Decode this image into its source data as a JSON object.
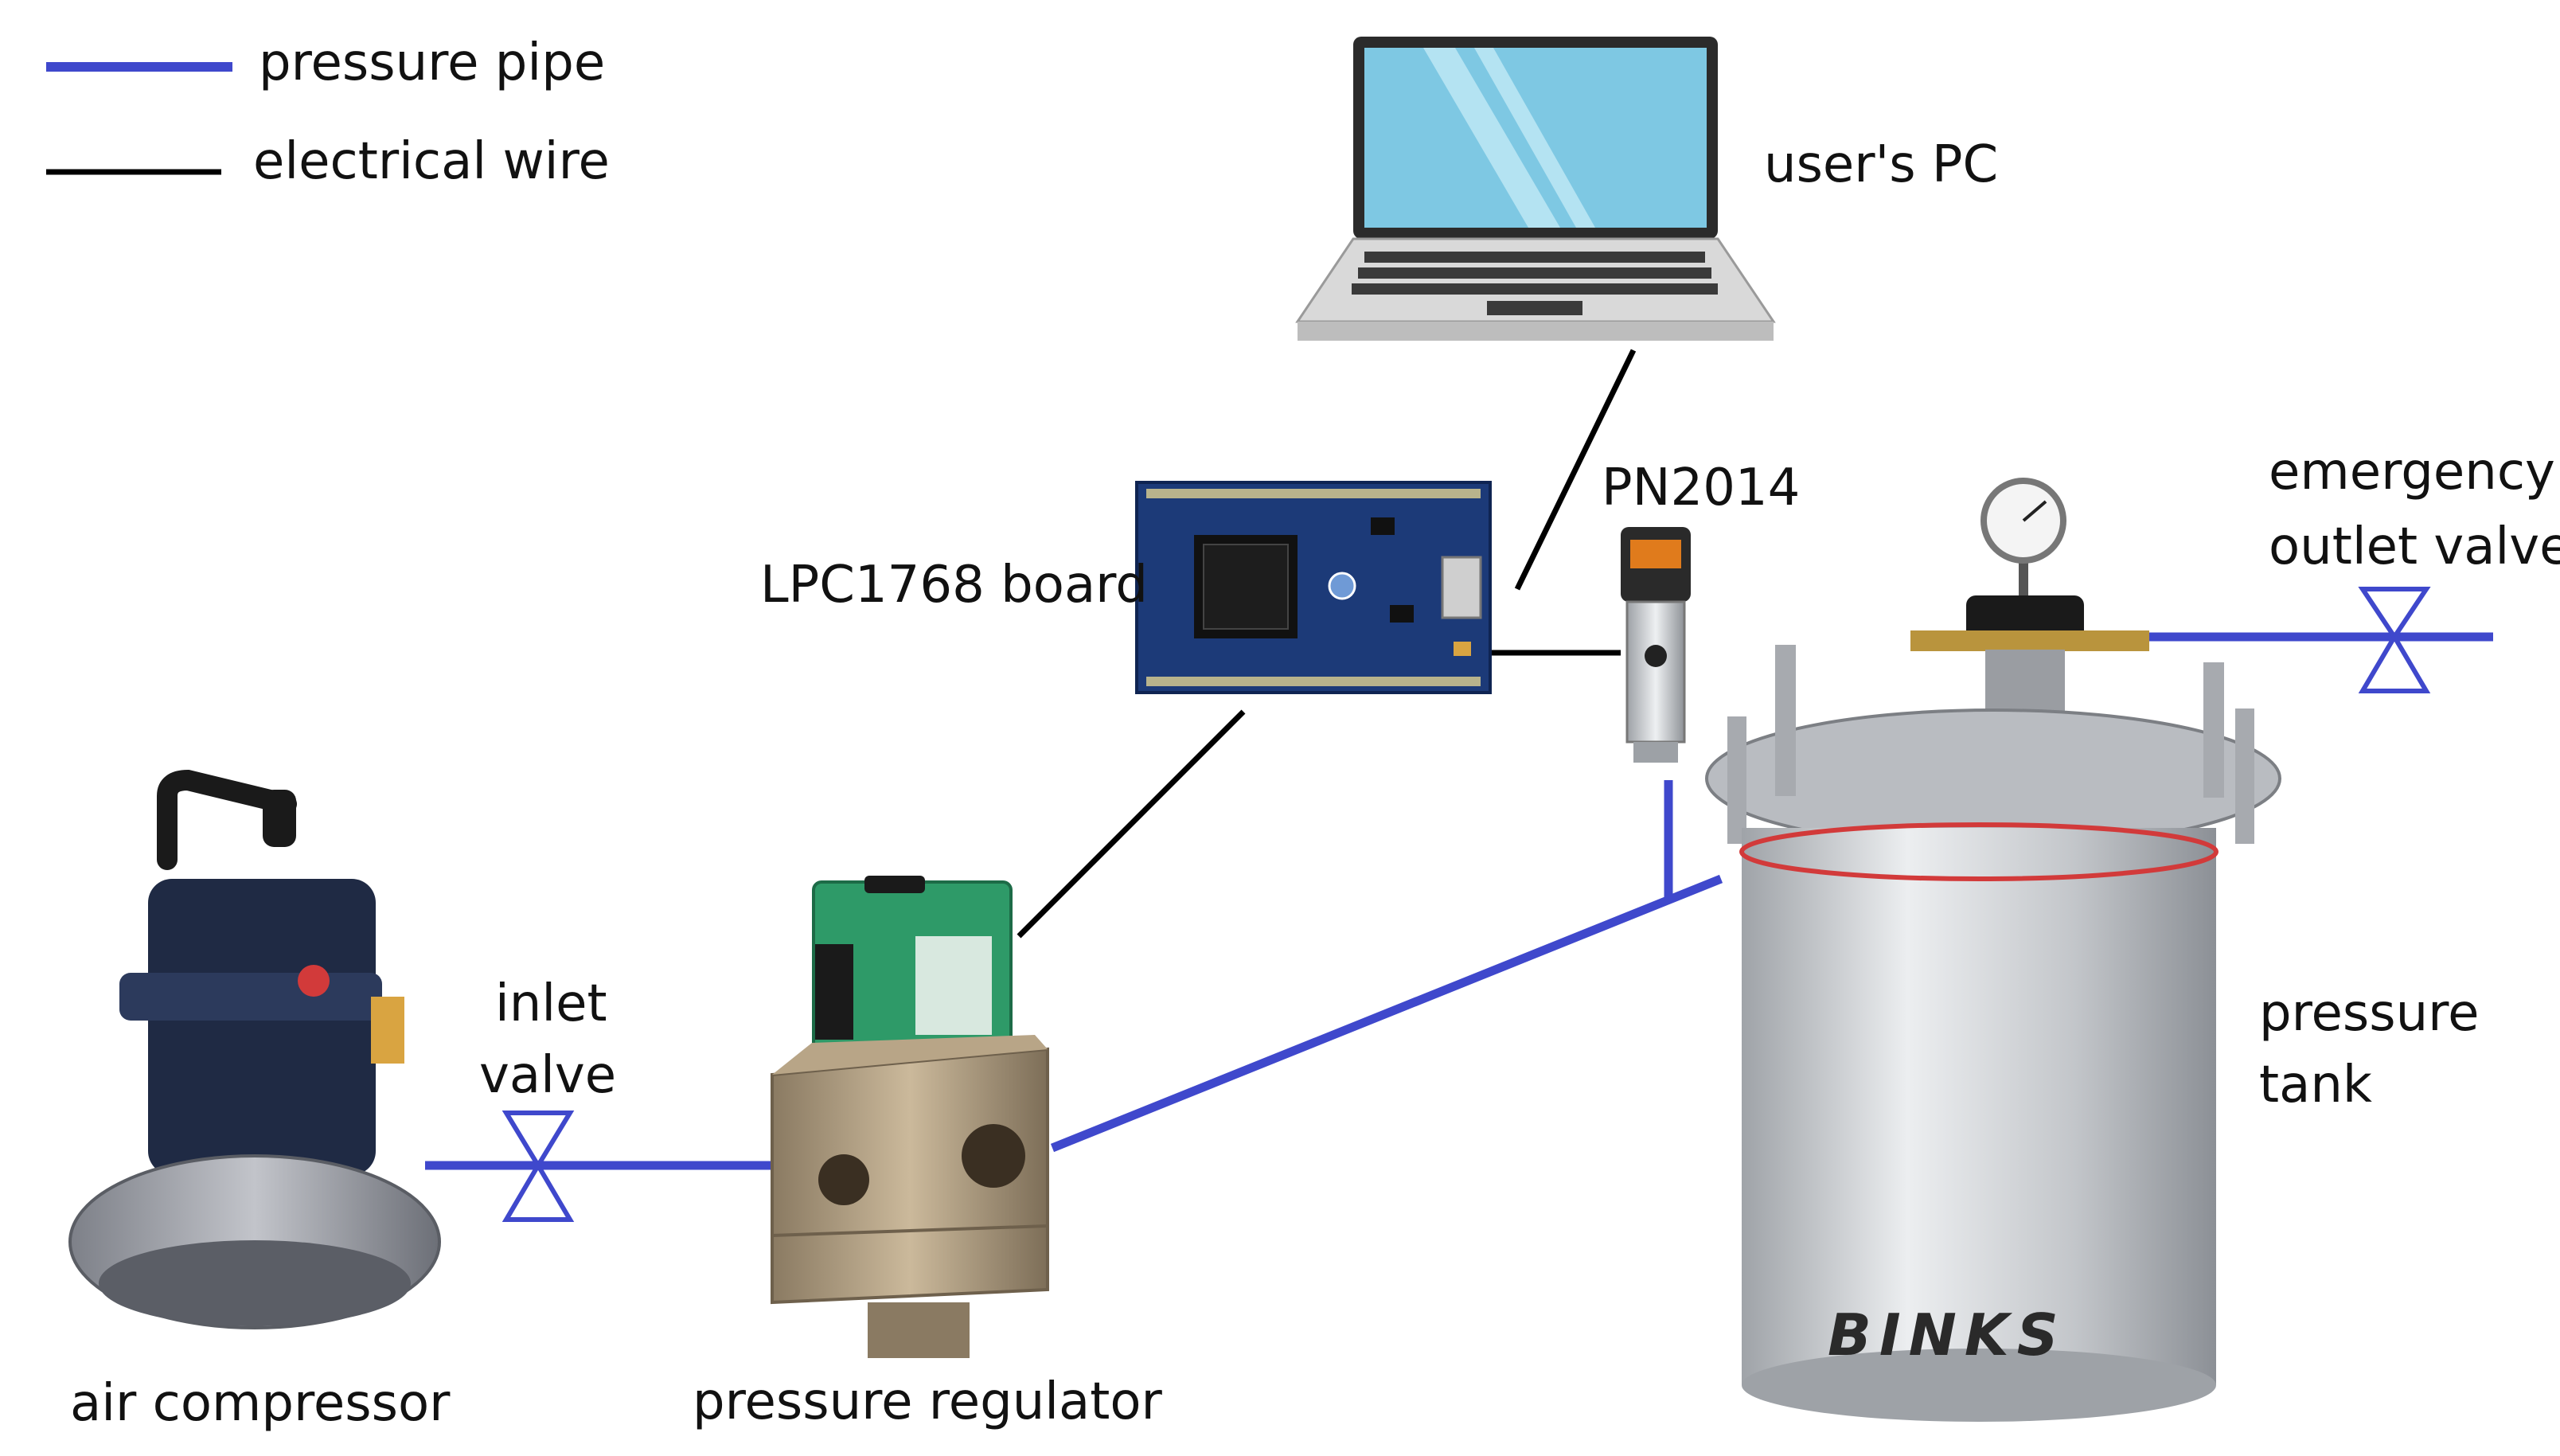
{
  "legend": {
    "pressure_pipe": "pressure pipe",
    "electrical_wire": "electrical wire"
  },
  "labels": {
    "users_pc": "user's PC",
    "board": "LPC1768 board",
    "sensor": "PN2014",
    "emergency_line1": "emergency",
    "emergency_line2": "outlet valve",
    "inlet_line1": "inlet",
    "inlet_line2": "valve",
    "tank_line1": "pressure",
    "tank_line2": "tank",
    "compressor": "air compressor",
    "regulator": "pressure regulator",
    "tank_brand": "BINKS"
  },
  "colors": {
    "pipe": "#3f48cc",
    "wire": "#000000",
    "board": "#1c3a78",
    "screen": "#7ec8e3",
    "regulator_top": "#2e9a68",
    "regulator_body": "#a8957a",
    "tank": "#c7c9cc",
    "compressor": "#1f2a44"
  }
}
